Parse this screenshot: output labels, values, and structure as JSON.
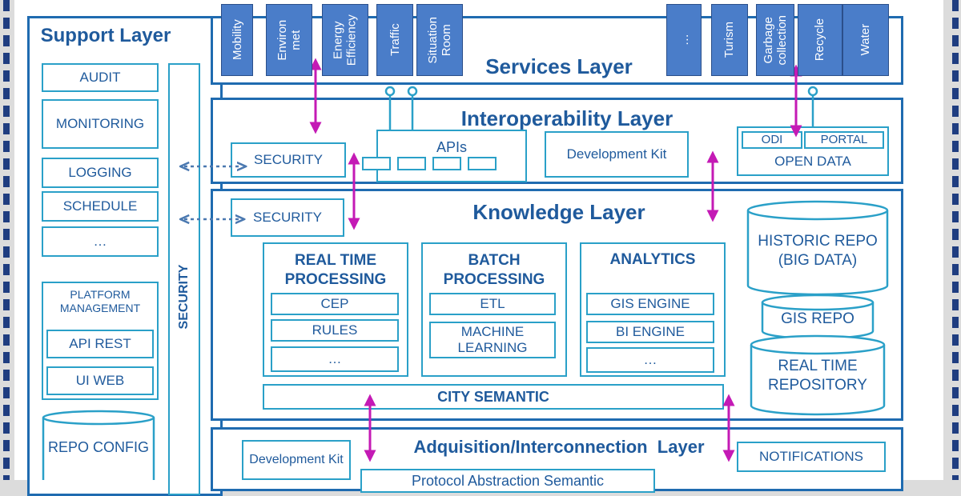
{
  "support": {
    "title": "Support Layer",
    "items": [
      "AUDIT",
      "MONITORING",
      "LOGGING",
      "SCHEDULE",
      "…"
    ],
    "platform_management": "PLATFORM MANAGEMENT",
    "api_rest": "API REST",
    "ui_web": "UI WEB",
    "repo_config": "REPO CONFIG",
    "security_vertical": "SECURITY"
  },
  "services": {
    "title": "Services Layer",
    "items": [
      "Mobility",
      "Environ\nmet",
      "Energy\nEfficiency",
      "Traffic",
      "Situation\nRoom",
      "…",
      "Turism",
      "Garbage\ncollection",
      "Recycle",
      "Water"
    ]
  },
  "interop": {
    "title": "Interoperability Layer",
    "security": "SECURITY",
    "apis": "APIs",
    "dev_kit": "Development Kit",
    "odi": "ODI",
    "portal": "PORTAL",
    "open_data": "OPEN DATA"
  },
  "knowledge": {
    "title": "Knowledge Layer",
    "security": "SECURITY",
    "realtime": {
      "title": "REAL TIME PROCESSING",
      "items": [
        "CEP",
        "RULES",
        "…"
      ]
    },
    "batch": {
      "title": "BATCH PROCESSING",
      "items": [
        "ETL",
        "MACHINE LEARNING"
      ]
    },
    "analytics": {
      "title": "ANALYTICS",
      "items": [
        "GIS ENGINE",
        "BI ENGINE",
        "…"
      ]
    },
    "city_semantic": "CITY SEMANTIC",
    "historic_repo": "HISTORIC REPO (BIG DATA)",
    "gis_repo": "GIS REPO",
    "realtime_repo": "REAL TIME REPOSITORY"
  },
  "acquisition": {
    "title": "Adquisition/Interconnection  Layer",
    "dev_kit": "Development Kit",
    "notifications": "NOTIFICATIONS",
    "protocol": "Protocol Abstraction Semantic"
  },
  "colors": {
    "accent": "#1f5a9c",
    "border": "#1f6bb0",
    "teal": "#2aa0c8",
    "service_fill": "#4a7dc9",
    "arrow": "#c41ab5",
    "dotted_arrow": "#4a78b0"
  }
}
